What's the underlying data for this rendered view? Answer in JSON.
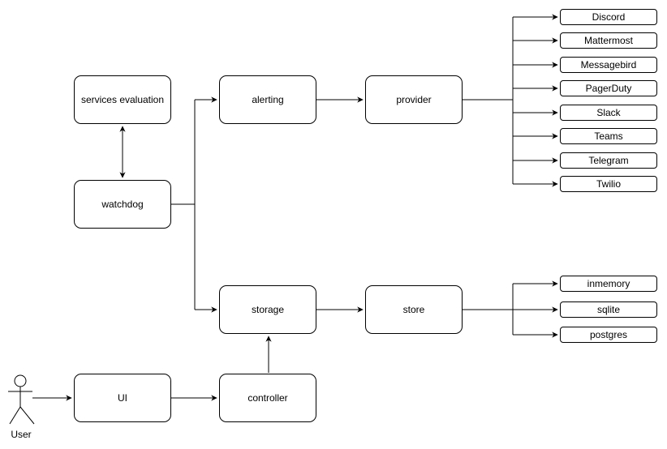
{
  "diagram": {
    "background": "#ffffff",
    "stroke_color": "#000000",
    "node_fill": "#ffffff",
    "text_color": "#000000",
    "nodes": {
      "services_evaluation": "services evaluation",
      "watchdog": "watchdog",
      "alerting": "alerting",
      "provider": "provider",
      "storage": "storage",
      "store": "store",
      "ui": "UI",
      "controller": "controller"
    },
    "actor": {
      "label": "User"
    },
    "provider_targets": [
      "Discord",
      "Mattermost",
      "Messagebird",
      "PagerDuty",
      "Slack",
      "Teams",
      "Telegram",
      "Twilio"
    ],
    "store_targets": [
      "inmemory",
      "sqlite",
      "postgres"
    ],
    "edges": [
      {
        "from": "services_evaluation",
        "to": "watchdog",
        "style": "bidirectional"
      },
      {
        "from": "watchdog",
        "to": "alerting",
        "style": "arrow"
      },
      {
        "from": "watchdog",
        "to": "storage",
        "style": "arrow"
      },
      {
        "from": "alerting",
        "to": "provider",
        "style": "arrow"
      },
      {
        "from": "provider",
        "to": "Discord",
        "style": "arrow"
      },
      {
        "from": "provider",
        "to": "Mattermost",
        "style": "arrow"
      },
      {
        "from": "provider",
        "to": "Messagebird",
        "style": "arrow"
      },
      {
        "from": "provider",
        "to": "PagerDuty",
        "style": "arrow"
      },
      {
        "from": "provider",
        "to": "Slack",
        "style": "arrow"
      },
      {
        "from": "provider",
        "to": "Teams",
        "style": "arrow"
      },
      {
        "from": "provider",
        "to": "Telegram",
        "style": "arrow"
      },
      {
        "from": "provider",
        "to": "Twilio",
        "style": "arrow"
      },
      {
        "from": "storage",
        "to": "store",
        "style": "arrow"
      },
      {
        "from": "store",
        "to": "inmemory",
        "style": "arrow"
      },
      {
        "from": "store",
        "to": "sqlite",
        "style": "arrow"
      },
      {
        "from": "store",
        "to": "postgres",
        "style": "arrow"
      },
      {
        "from": "controller",
        "to": "storage",
        "style": "arrow"
      },
      {
        "from": "ui",
        "to": "controller",
        "style": "arrow"
      },
      {
        "from": "user",
        "to": "ui",
        "style": "arrow"
      }
    ]
  }
}
